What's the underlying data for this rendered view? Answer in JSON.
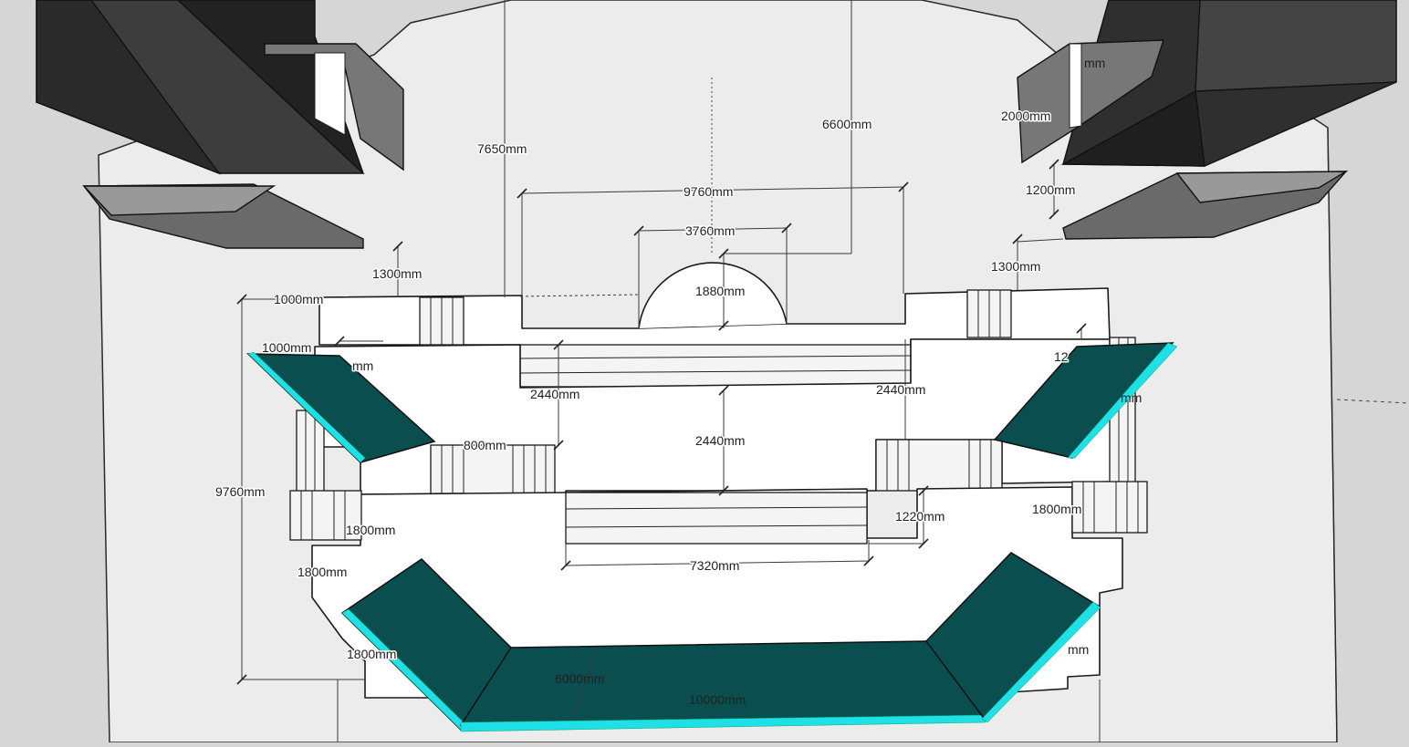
{
  "chart_data": {
    "type": "diagram",
    "title": "",
    "dimension_labels": {
      "d7650": "7650mm",
      "d6600": "6600mm",
      "d9760_top": "9760mm",
      "d3760": "3760mm",
      "d1880": "1880mm",
      "d1300_left": "1300mm",
      "d1300_right": "1300mm",
      "d1000_a": "1000mm",
      "d1000_b": "1000mm",
      "dmm_left": "mm",
      "d2440_left": "2440mm",
      "d2440_right": "2440mm",
      "d2440_center": "2440mm",
      "d800": "800mm",
      "d9760_left": "9760mm",
      "d1800_a": "1800mm",
      "d1800_b": "1800mm",
      "d1800_c": "1800mm",
      "d1800_right": "1800mm",
      "d1220": "1220mm",
      "d7320": "7320mm",
      "d6000": "6000mm",
      "d10000": "10000mm",
      "d2000": "2000mm",
      "d1200": "1200mm",
      "dmm_top_right": "mm",
      "d12": "12",
      "dmm_right_a": "mm",
      "dmm_right_b": "mm"
    }
  }
}
